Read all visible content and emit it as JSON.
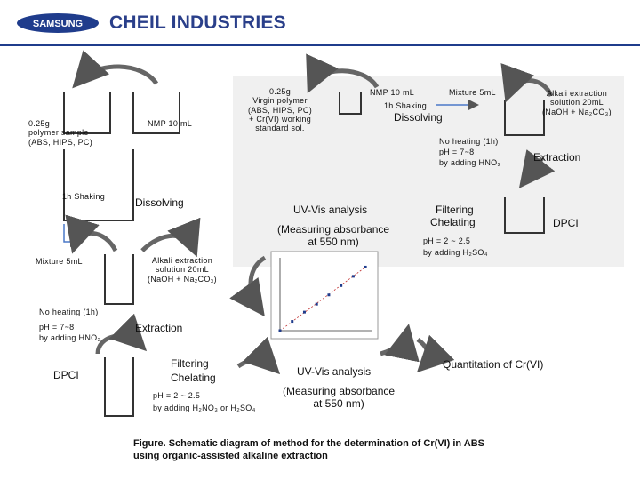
{
  "header": {
    "logo_text": "SAMSUNG",
    "company": "CHEIL INDUSTRIES",
    "brand_color": "#1f3c8c"
  },
  "left_column": {
    "sample": "0.25g\npolymer sample\n(ABS, HIPS, PC)",
    "solvent": "NMP 10 mL",
    "shaking": "1h  Shaking",
    "dissolving": "Dissolving",
    "mixture": "Mixture 5mL",
    "alkali": "Alkali extraction\nsolution 20mL\n(NaOH + Na₂CO₃)",
    "heating": "No heating (1h)",
    "ph": "pH = 7~8",
    "ph_adjust": "by adding HNO₃",
    "extraction": "Extraction",
    "dpci": "DPCI",
    "filtering": "Filtering",
    "chelating": "Chelating",
    "ph2": "pH = 2 ~ 2.5",
    "ph2_adjust": "by adding H₂NO₃ or H₂SO₄",
    "uvvis": "UV-Vis analysis",
    "measuring": "(Measuring absorbance\nat 550 nm)",
    "quantitation": "Quantitation of Cr(VI)"
  },
  "right_panel": {
    "standard": "0.25g\nVirgin polymer\n(ABS, HIPS, PC)\n+ Cr(VI) working\nstandard sol.",
    "solvent": "NMP 10 mL",
    "shaking": "1h  Shaking",
    "mixture": "Mixture 5mL",
    "dissolving": "Dissolving",
    "alkali": "Alkali extraction\nsolution 20mL\n(NaOH + Na₂CO₃)",
    "heating": "No heating (1h)",
    "ph": "pH = 7~8",
    "ph_adjust": "by adding HNO₃",
    "extraction": "Extraction",
    "filtering": "Filtering",
    "chelating": "Chelating",
    "dpci": "DPCI",
    "ph2": "pH = 2 ~ 2.5",
    "ph2_adjust": "by adding H₂SO₄",
    "uvvis": "UV-Vis analysis",
    "measuring": "(Measuring absorbance\nat 550 nm)"
  },
  "calibration_plot": {
    "x": [
      0.0,
      0.2,
      0.4,
      0.6,
      0.8,
      1.0,
      1.2,
      1.4
    ],
    "y": [
      0.0,
      0.07,
      0.14,
      0.2,
      0.27,
      0.34,
      0.41,
      0.48
    ],
    "xlim": [
      0,
      1.5
    ],
    "ylim": [
      0,
      0.55
    ]
  },
  "caption": {
    "line1": "Figure.  Schematic diagram of method for the determination of Cr(VI) in ABS",
    "line2": "using organic-assisted alkaline extraction"
  }
}
